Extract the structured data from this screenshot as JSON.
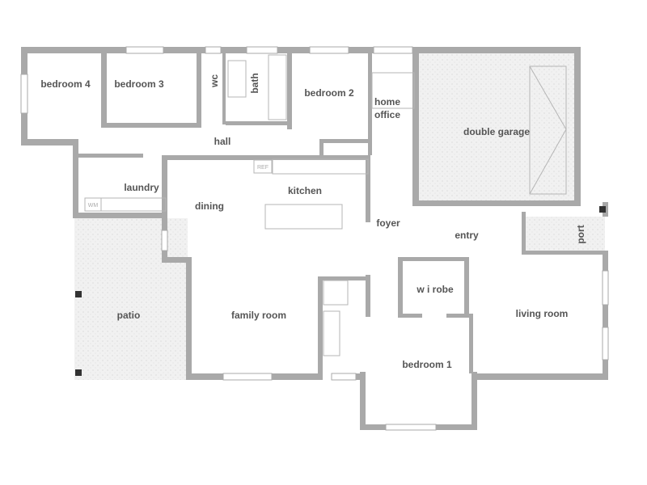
{
  "rooms": {
    "bedroom4": "bedroom 4",
    "bedroom3": "bedroom 3",
    "wc": "wc",
    "bath": "bath",
    "bedroom2": "bedroom 2",
    "home_office": [
      "home",
      "office"
    ],
    "double_garage": "double garage",
    "hall": "hall",
    "laundry": "laundry",
    "kitchen": "kitchen",
    "dining": "dining",
    "foyer": "foyer",
    "entry": "entry",
    "port": "port",
    "patio": "patio",
    "family_room": "family room",
    "wi_robe": "w i robe",
    "living_room": "living room",
    "bedroom1": "bedroom 1"
  },
  "fixtures": {
    "ref": "REF",
    "wm": "WM"
  },
  "colors": {
    "wall": "#a9a9a9",
    "paved": "#ececec",
    "text": "#555555"
  }
}
